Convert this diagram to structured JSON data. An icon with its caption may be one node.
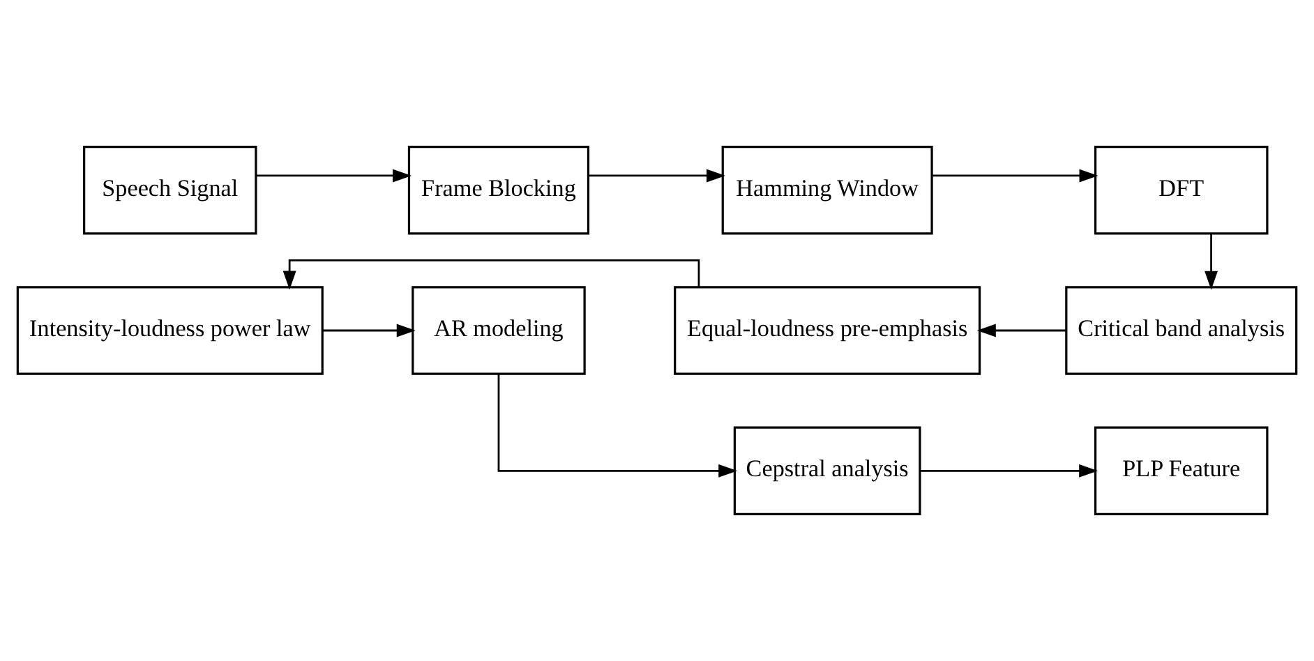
{
  "diagram": {
    "nodes": [
      {
        "text": [
          "Speech Signal"
        ]
      },
      {
        "text": [
          "Frame Blocking"
        ]
      },
      {
        "text": [
          "Hamming Window"
        ]
      },
      {
        "text": [
          "DFT"
        ]
      },
      {
        "text": [
          "Critical band analysis"
        ]
      },
      {
        "text": [
          "Equal-loudness pre-emphasis"
        ]
      },
      {
        "text": [
          "Intensity-loudness power law"
        ]
      },
      {
        "text": [
          "AR modeling"
        ]
      },
      {
        "text": [
          "Cepstral analysis"
        ]
      },
      {
        "text": [
          "PLP Feature"
        ]
      }
    ],
    "edges": [
      {
        "from": 0,
        "to": 1,
        "arrow": "to"
      },
      {
        "from": 1,
        "to": 2,
        "arrow": "to"
      },
      {
        "from": 2,
        "to": 3,
        "arrow": "to"
      },
      {
        "from": 3,
        "to": 4,
        "arrow": "to"
      },
      {
        "from": 4,
        "to": 5,
        "arrow": "to"
      },
      {
        "from": 5,
        "to": 6,
        "arrow": "to"
      },
      {
        "from": 6,
        "to": 7,
        "arrow": "to"
      },
      {
        "from": 7,
        "to": 8,
        "arrow": "to"
      },
      {
        "from": 8,
        "to": 9,
        "arrow": "to"
      }
    ]
  }
}
